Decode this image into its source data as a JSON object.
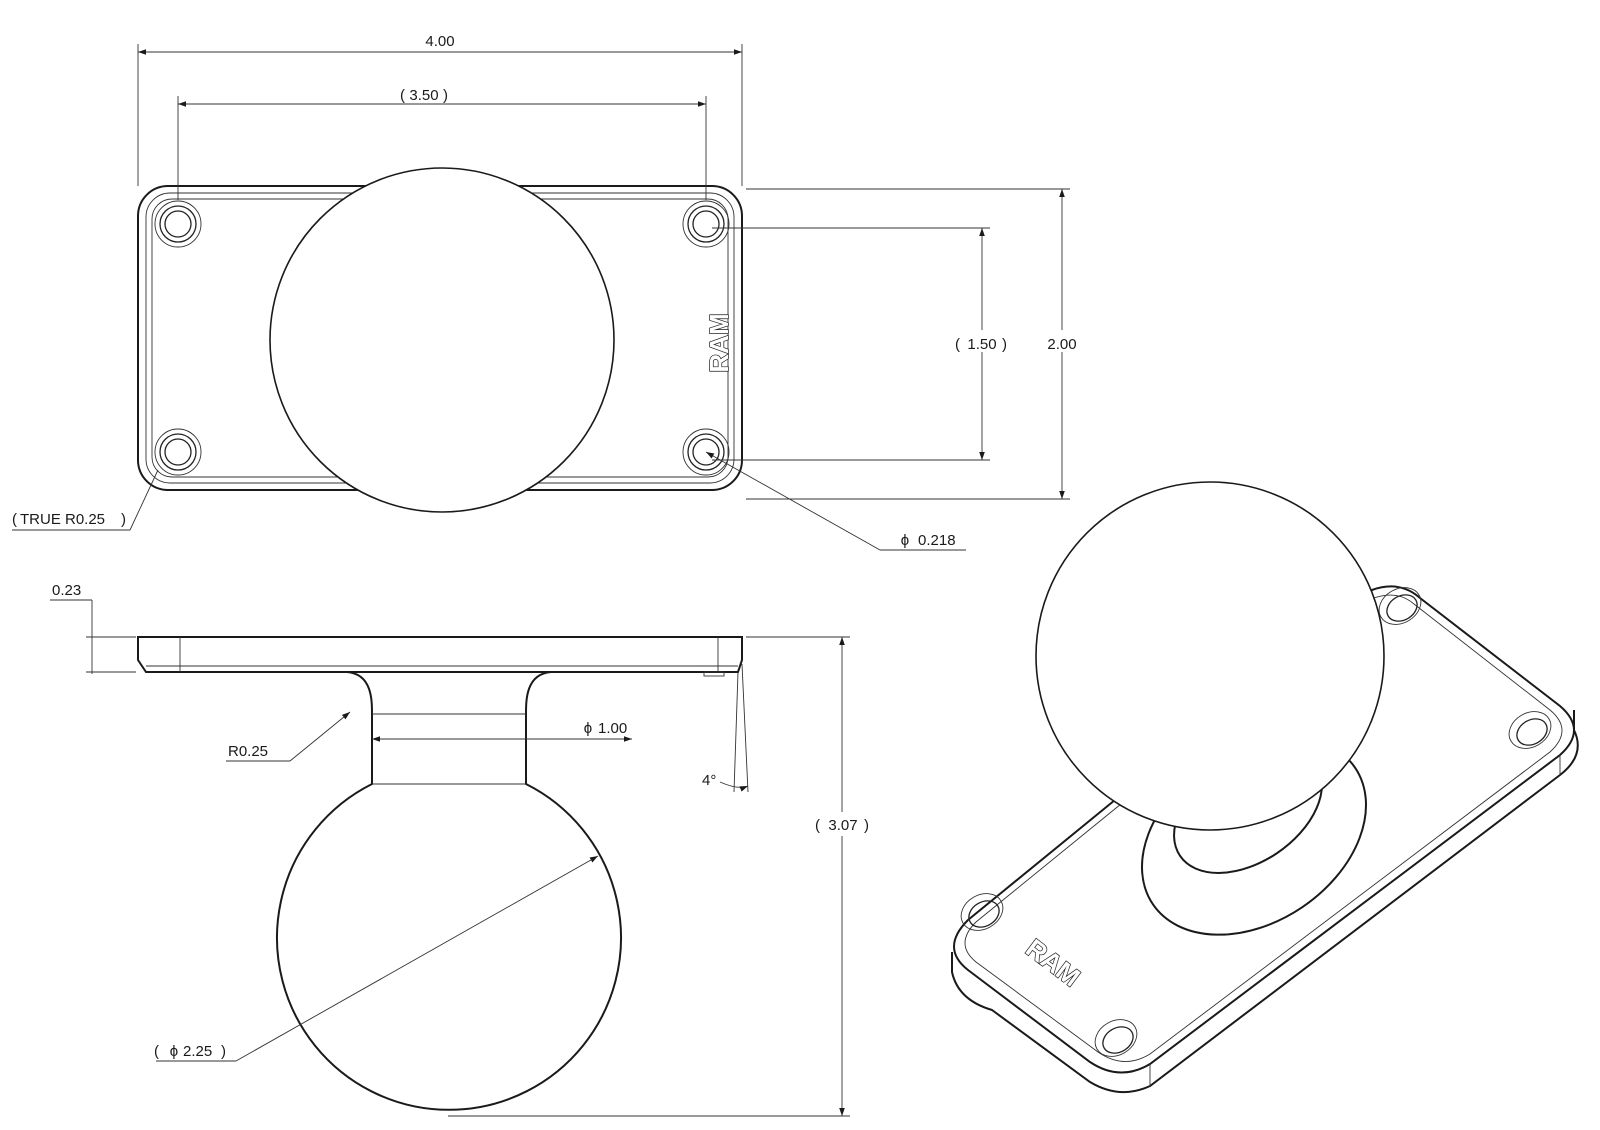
{
  "labels": {
    "width_overall": "4.00",
    "hole_spacing_x": "3.50",
    "hole_spacing_y": "1.50",
    "height_overall": "2.00",
    "corner_radius": "TRUE R0.25",
    "hole_diameter": "0.218",
    "plate_thickness": "0.23",
    "fillet_radius": "R0.25",
    "neck_diameter": "1.00",
    "draft_angle": "4°",
    "total_height": "3.07",
    "ball_diameter": "2.25",
    "diameter_symbol": "ϕ",
    "open_paren": "(",
    "close_paren": ")"
  },
  "logo": {
    "top_view": "RAM",
    "iso_view": "RAM"
  },
  "colors": {
    "line": "#1a1a1a",
    "background": "#ffffff"
  }
}
